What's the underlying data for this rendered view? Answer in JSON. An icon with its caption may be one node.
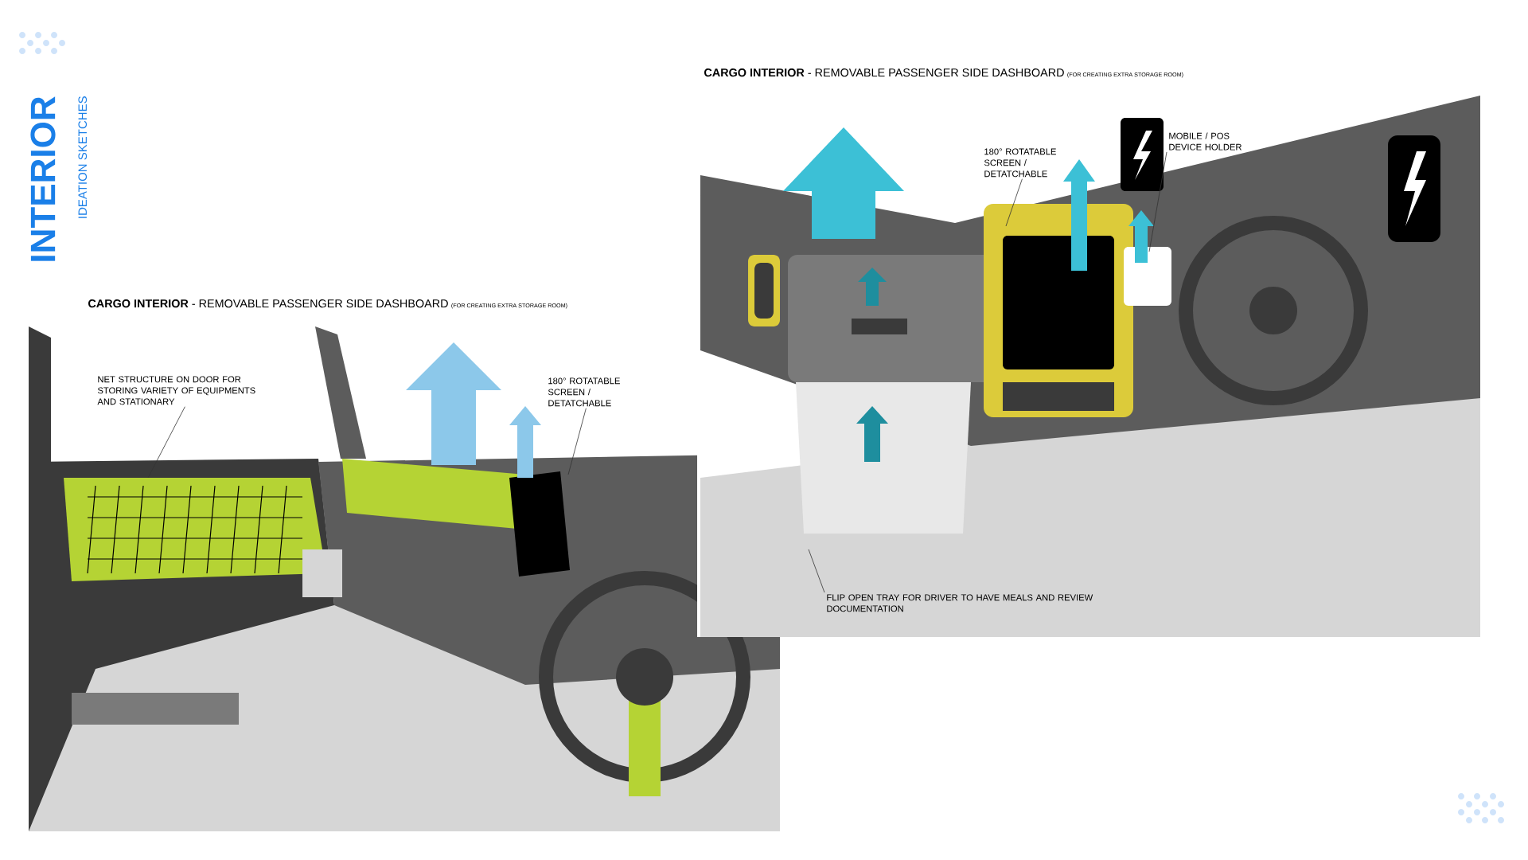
{
  "diagram": {
    "title": "INTERIOR",
    "nodes": [
      {
        "text": [
          "**CARGO INTERIOR** - REMOVABLE PASSENGER SIDE DASHBOARD",
          "(FOR CREATING EXTRA STORAGE ROOM)"
        ]
      },
      {
        "text": [
          "**CARGO INTERIOR** - REMOVABLE PASSENGER SIDE DASHBOARD",
          "(FOR CREATING EXTRA STORAGE ROOM)"
        ]
      },
      {
        "text": [
          "NET STRUCTURE ON DOOR FOR STORING VARIETY OF EQUIPMENTS AND STATIONARY"
        ],
        "in": 0
      },
      {
        "text": [
          "180° ROTATABLE SCREEN / DETATCHABLE"
        ],
        "in": 0
      },
      {
        "text": [
          "180° ROTATABLE SCREEN / DETATCHABLE"
        ],
        "in": 1
      },
      {
        "text": [
          "MOBILE / POS DEVICE HOLDER"
        ],
        "in": 1
      },
      {
        "text": [
          "FLIP OPEN TRAY FOR DRIVER TO HAVE MEALS AND REVIEW DOCUMENTATION"
        ],
        "in": 1
      }
    ],
    "edges": [
      {
        "from": 2,
        "to": null,
        "arrow": "none"
      },
      {
        "from": 3,
        "to": null,
        "arrow": "none"
      },
      {
        "from": 4,
        "to": null,
        "arrow": "none"
      },
      {
        "from": 5,
        "to": null,
        "arrow": "none"
      },
      {
        "from": 6,
        "to": null,
        "arrow": "none"
      }
    ],
    "labels": [
      "IDEATION SKETCHES"
    ]
  }
}
